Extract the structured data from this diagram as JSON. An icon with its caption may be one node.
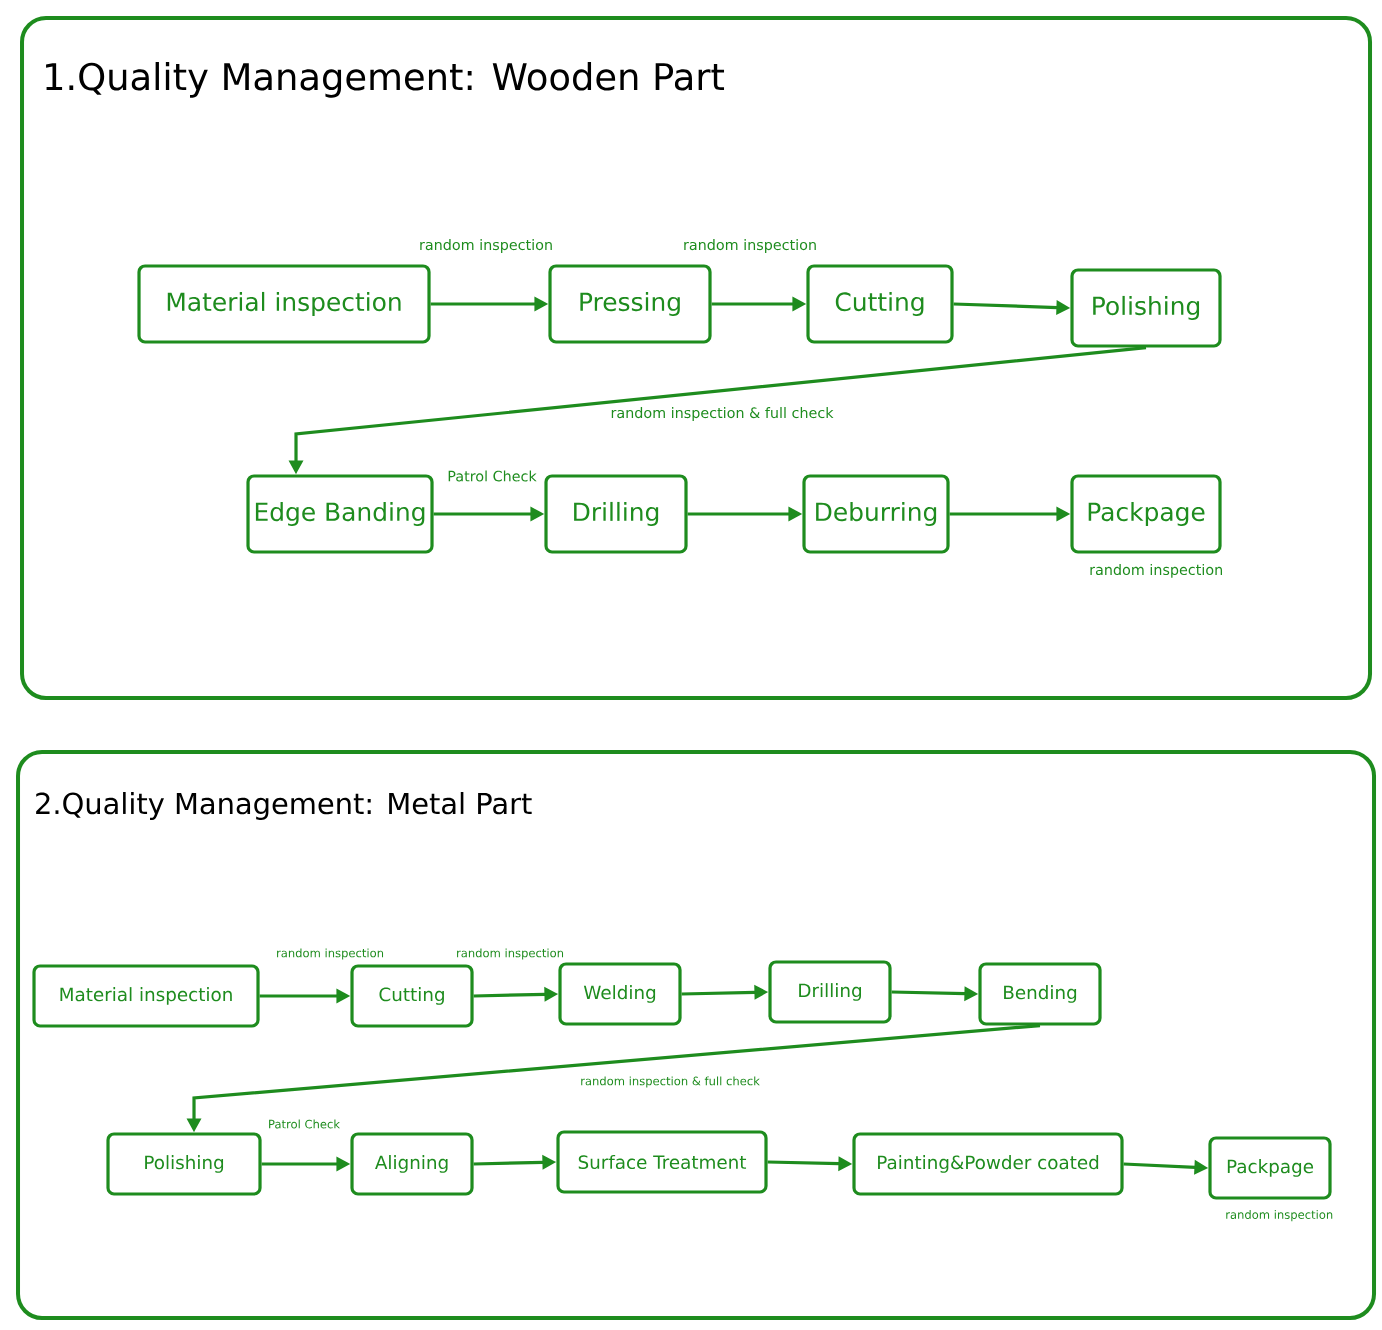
{
  "diagram": {
    "nodes": [
      {
        "text": [
          "1.Quality Management: Wooden Part"
        ]
      },
      {
        "text": [
          "Material inspection"
        ],
        "in": 0
      },
      {
        "text": [
          "Pressing"
        ],
        "in": 0
      },
      {
        "text": [
          "Cutting"
        ],
        "in": 0
      },
      {
        "text": [
          "Polishing"
        ],
        "in": 0
      },
      {
        "text": [
          "Edge Banding"
        ],
        "in": 0
      },
      {
        "text": [
          "Drilling"
        ],
        "in": 0
      },
      {
        "text": [
          "Deburring"
        ],
        "in": 0
      },
      {
        "text": [
          "Packpage"
        ],
        "in": 0,
        "beside": [
          "random inspection"
        ]
      },
      {
        "text": [
          "2.Quality Management: Metal Part"
        ]
      },
      {
        "text": [
          "Material inspection"
        ],
        "in": 9
      },
      {
        "text": [
          "Cutting"
        ],
        "in": 9
      },
      {
        "text": [
          "Welding"
        ],
        "in": 9
      },
      {
        "text": [
          "Drilling"
        ],
        "in": 9
      },
      {
        "text": [
          "Bending"
        ],
        "in": 9
      },
      {
        "text": [
          "Polishing"
        ],
        "in": 9
      },
      {
        "text": [
          "Aligning"
        ],
        "in": 9
      },
      {
        "text": [
          "Surface Treatment"
        ],
        "in": 9
      },
      {
        "text": [
          "Painting&Powder coated"
        ],
        "in": 9
      },
      {
        "text": [
          "Packpage"
        ],
        "in": 9,
        "beside": [
          "random inspection"
        ]
      }
    ],
    "edges": [
      {
        "from": 1,
        "to": 2,
        "arrow": "to",
        "label": "random inspection"
      },
      {
        "from": 2,
        "to": 3,
        "arrow": "to",
        "label": "random inspection"
      },
      {
        "from": 3,
        "to": 4,
        "arrow": "to"
      },
      {
        "from": 4,
        "to": 5,
        "arrow": "to",
        "label": "random inspection & full check"
      },
      {
        "from": 5,
        "to": 6,
        "arrow": "to",
        "label": "Patrol Check"
      },
      {
        "from": 6,
        "to": 7,
        "arrow": "to"
      },
      {
        "from": 7,
        "to": 8,
        "arrow": "to"
      },
      {
        "from": 10,
        "to": 11,
        "arrow": "to",
        "label": "random inspection"
      },
      {
        "from": 11,
        "to": 12,
        "arrow": "to",
        "label": "random inspection"
      },
      {
        "from": 12,
        "to": 13,
        "arrow": "to"
      },
      {
        "from": 13,
        "to": 14,
        "arrow": "to"
      },
      {
        "from": 14,
        "to": 15,
        "arrow": "to",
        "label": "random inspection & full check"
      },
      {
        "from": 15,
        "to": 16,
        "arrow": "to",
        "label": "Patrol Check"
      },
      {
        "from": 16,
        "to": 17,
        "arrow": "to"
      },
      {
        "from": 17,
        "to": 18,
        "arrow": "to"
      },
      {
        "from": 18,
        "to": 19,
        "arrow": "to"
      }
    ]
  }
}
